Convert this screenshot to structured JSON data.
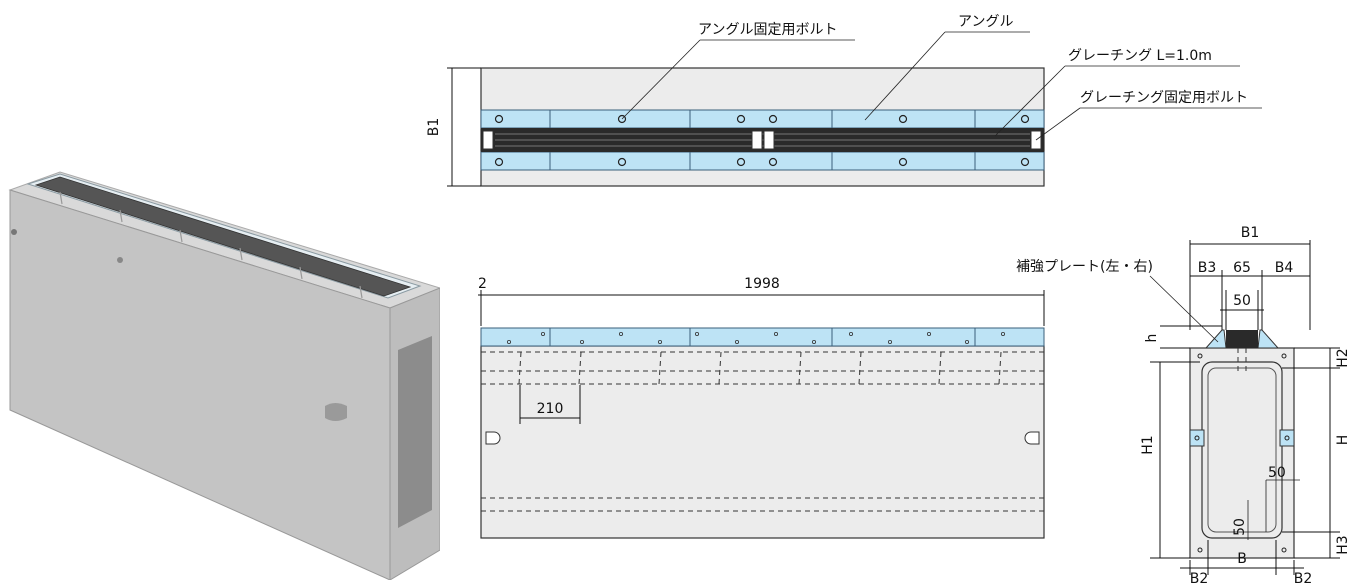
{
  "labels": {
    "angle_bolt": "アングル固定用ボルト",
    "angle": "アングル",
    "grating": "グレーチング L=1.0m",
    "grating_bolt": "グレーチング固定用ボルト",
    "reinforcement_plate": "補強プレート(左・右)"
  },
  "dims": {
    "b1_top": "B1",
    "b1_section": "B1",
    "offset_2": "2",
    "length_1998": "1998",
    "pitch_210": "210",
    "b3": "B3",
    "w65": "65",
    "b4": "B4",
    "w50_top": "50",
    "h": "h",
    "h1": "H1",
    "h2": "H2",
    "H": "H",
    "h3": "H3",
    "w50_right": "50",
    "w50_bottom": "50",
    "b": "B",
    "b2_left": "B2",
    "b2_right": "B2"
  },
  "colors": {
    "concrete": "#dcdcdc",
    "angle_blue": "#bde3f5",
    "grating_black": "#2a2a2a"
  }
}
